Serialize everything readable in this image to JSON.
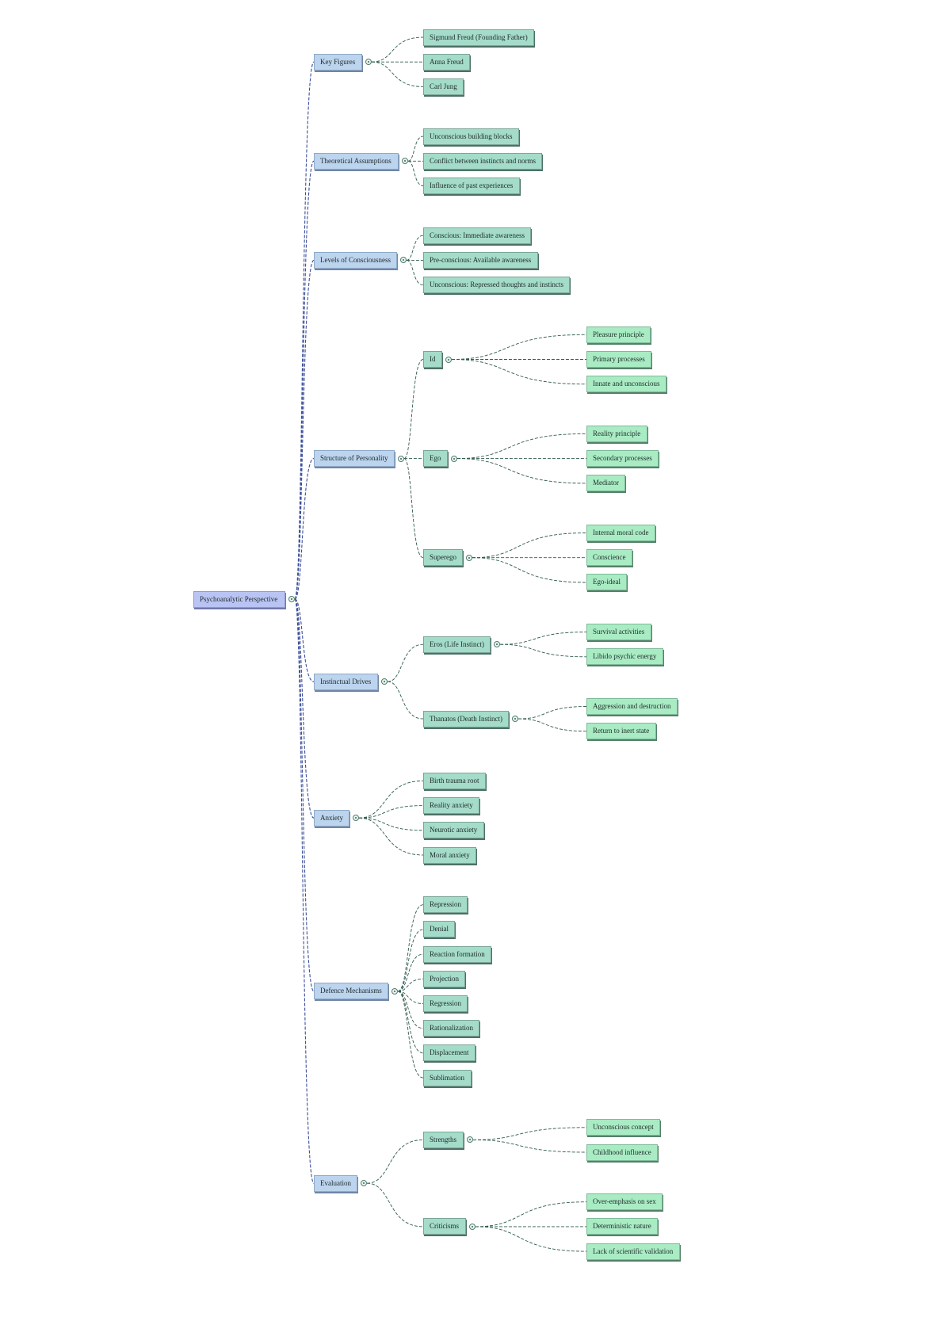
{
  "colors": {
    "root_fill": "#bac4f4",
    "branch_fill": "#bcd4ee",
    "topic_fill": "#a4dcc9",
    "leaf_fill": "#a9ecc4",
    "root_link": "#3b4f9a",
    "branch_link": "#2f5b4f"
  },
  "root": {
    "label": "Psychoanalytic Perspective",
    "branches": [
      {
        "label": "Key Figures",
        "children": [
          {
            "label": "Sigmund Freud (Founding Father)"
          },
          {
            "label": "Anna Freud"
          },
          {
            "label": "Carl Jung"
          }
        ]
      },
      {
        "label": "Theoretical Assumptions",
        "children": [
          {
            "label": "Unconscious building blocks"
          },
          {
            "label": "Conflict between instincts and norms"
          },
          {
            "label": "Influence of past experiences"
          }
        ]
      },
      {
        "label": "Levels of Consciousness",
        "children": [
          {
            "label": "Conscious: Immediate awareness"
          },
          {
            "label": "Pre-conscious: Available awareness"
          },
          {
            "label": "Unconscious: Repressed thoughts and instincts"
          }
        ]
      },
      {
        "label": "Structure of Personality",
        "children": [
          {
            "label": "Id",
            "children": [
              {
                "label": "Pleasure principle"
              },
              {
                "label": "Primary processes"
              },
              {
                "label": "Innate and unconscious"
              }
            ]
          },
          {
            "label": "Ego",
            "children": [
              {
                "label": "Reality principle"
              },
              {
                "label": "Secondary processes"
              },
              {
                "label": "Mediator"
              }
            ]
          },
          {
            "label": "Superego",
            "children": [
              {
                "label": "Internal moral code"
              },
              {
                "label": "Conscience"
              },
              {
                "label": "Ego-ideal"
              }
            ]
          }
        ]
      },
      {
        "label": "Instinctual Drives",
        "children": [
          {
            "label": "Eros (Life Instinct)",
            "children": [
              {
                "label": "Survival activities"
              },
              {
                "label": "Libido psychic energy"
              }
            ]
          },
          {
            "label": "Thanatos (Death Instinct)",
            "children": [
              {
                "label": "Aggression and destruction"
              },
              {
                "label": "Return to inert state"
              }
            ]
          }
        ]
      },
      {
        "label": "Anxiety",
        "children": [
          {
            "label": "Birth trauma root"
          },
          {
            "label": "Reality anxiety"
          },
          {
            "label": "Neurotic anxiety"
          },
          {
            "label": "Moral anxiety"
          }
        ]
      },
      {
        "label": "Defence Mechanisms",
        "children": [
          {
            "label": "Repression"
          },
          {
            "label": "Denial"
          },
          {
            "label": "Reaction formation"
          },
          {
            "label": "Projection"
          },
          {
            "label": "Regression"
          },
          {
            "label": "Rationalization"
          },
          {
            "label": "Displacement"
          },
          {
            "label": "Sublimation"
          }
        ]
      },
      {
        "label": "Evaluation",
        "children": [
          {
            "label": "Strengths",
            "children": [
              {
                "label": "Unconscious concept"
              },
              {
                "label": "Childhood influence"
              }
            ]
          },
          {
            "label": "Criticisms",
            "children": [
              {
                "label": "Over-emphasis on sex"
              },
              {
                "label": "Deterministic nature"
              },
              {
                "label": "Lack of scientific validation"
              }
            ]
          }
        ]
      }
    ]
  }
}
